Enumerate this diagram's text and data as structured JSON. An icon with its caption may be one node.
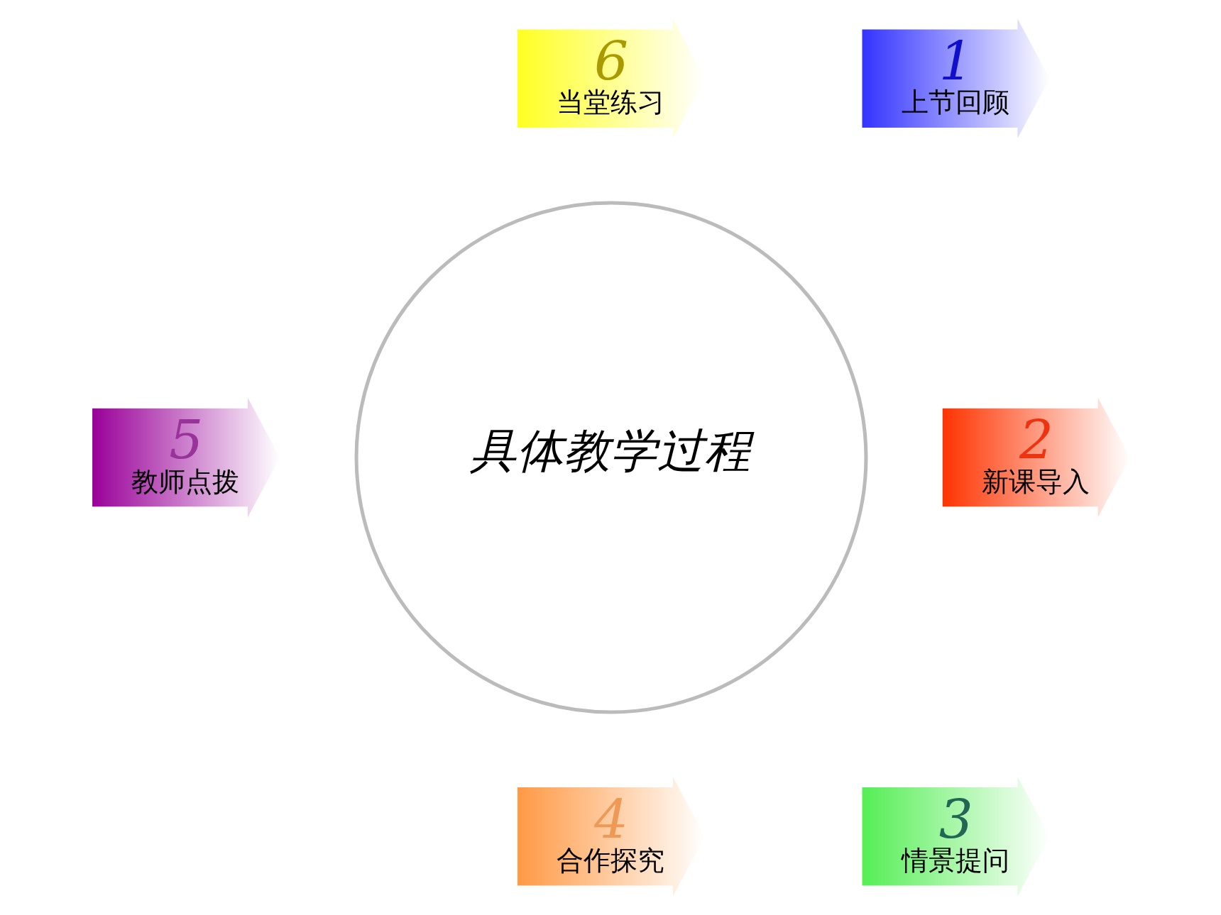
{
  "diagram": {
    "nodes": [
      {
        "text": [
          "1",
          "上节回顾"
        ]
      },
      {
        "text": [
          "2",
          "新课导入"
        ]
      },
      {
        "text": [
          "3",
          "情景提问"
        ]
      },
      {
        "text": [
          "4",
          "合作探究"
        ]
      },
      {
        "text": [
          "5",
          "教师点拨"
        ]
      },
      {
        "text": [
          "6",
          "当堂练习"
        ]
      },
      {
        "text": [
          "具体教学过程"
        ]
      }
    ]
  }
}
